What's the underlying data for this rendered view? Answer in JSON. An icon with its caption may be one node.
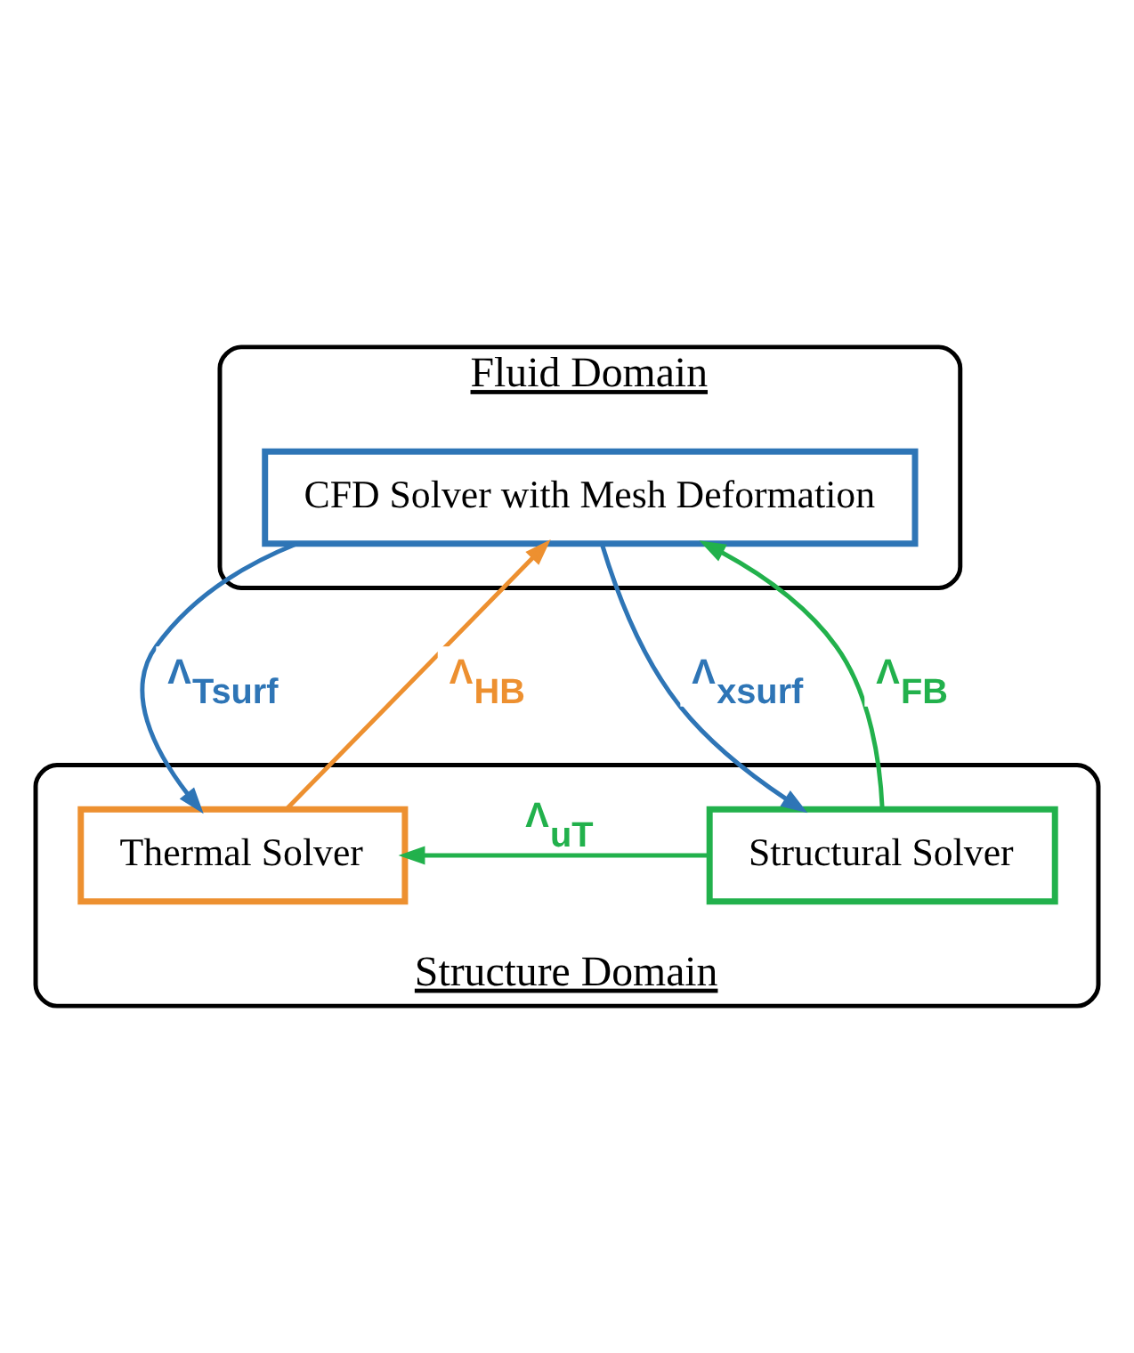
{
  "diagram": {
    "nodes": [
      {
        "text": [
          "Fluid Domain"
        ]
      },
      {
        "text": [
          "CFD Solver with Mesh Deformation"
        ],
        "in": 0
      },
      {
        "text": [
          "Structure Domain"
        ]
      },
      {
        "text": [
          "Thermal Solver"
        ],
        "in": 2
      },
      {
        "text": [
          "Structural Solver"
        ],
        "in": 2
      }
    ],
    "edges": [
      {
        "from": 1,
        "to": 3,
        "arrow": "to",
        "label": "Λ$_{Tsurf}$",
        "color": "#2e75b6"
      },
      {
        "from": 3,
        "to": 1,
        "arrow": "to",
        "label": "Λ$_{HB}$",
        "color": "#ed9030"
      },
      {
        "from": 4,
        "to": 1,
        "arrow": "to",
        "label": "Λ$_{FB}$",
        "color": "#22b14c"
      },
      {
        "from": 1,
        "to": 4,
        "arrow": "to",
        "label": "Λ$_{xsurf}$",
        "color": "#2e75b6"
      },
      {
        "from": 4,
        "to": 3,
        "arrow": "to",
        "label": "Λ$_{uT}$",
        "color": "#22b14c"
      }
    ]
  }
}
